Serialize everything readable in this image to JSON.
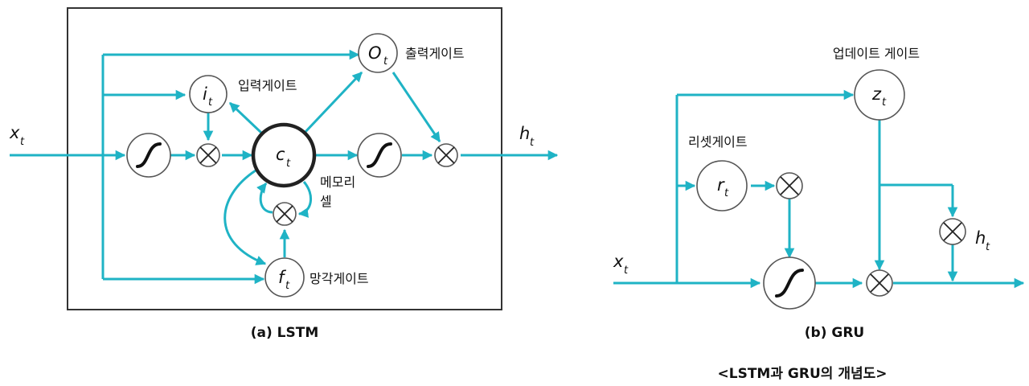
{
  "lstm": {
    "caption": "(a) LSTM",
    "input": {
      "main": "x",
      "sub": "t"
    },
    "output": {
      "main": "h",
      "sub": "t"
    },
    "cell": {
      "main": "c",
      "sub": "t"
    },
    "input_gate": {
      "main": "i",
      "sub": "t",
      "label": "입력게이트"
    },
    "output_gate": {
      "main": "O",
      "sub": "t",
      "label": "출력게이트"
    },
    "forget_gate": {
      "main": "f",
      "sub": "t",
      "label": "망각게이트"
    },
    "memory_label_line1": "메모리",
    "memory_label_line2": "셀"
  },
  "gru": {
    "caption": "(b) GRU",
    "input": {
      "main": "x",
      "sub": "t"
    },
    "output": {
      "main": "h",
      "sub": "t"
    },
    "update_gate": {
      "main": "z",
      "sub": "t",
      "label": "업데이트 게이트"
    },
    "reset_gate": {
      "main": "r",
      "sub": "t",
      "label": "리셋게이트"
    }
  },
  "figure_title": "<LSTM과 GRU의 개념도>",
  "colors": {
    "flow": "#1fb3c5",
    "stroke": "#222222",
    "box": "#333333"
  }
}
